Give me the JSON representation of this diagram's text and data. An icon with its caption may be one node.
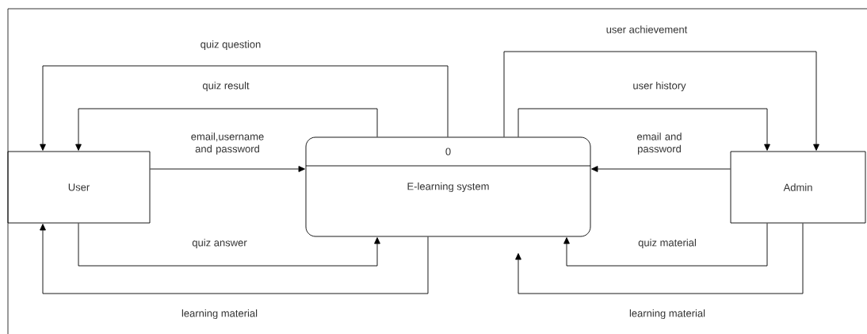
{
  "diagram": {
    "nodes": [
      {
        "text": [
          "User"
        ]
      },
      {
        "text": [
          "0",
          "E-learning system"
        ]
      },
      {
        "text": [
          "Admin"
        ]
      }
    ],
    "edges": [
      {
        "from": 1,
        "to": 0,
        "arrow": "to",
        "label": "quiz question"
      },
      {
        "from": 1,
        "to": 0,
        "arrow": "to",
        "label": "quiz result"
      },
      {
        "from": 0,
        "to": 1,
        "arrow": "to",
        "label": "email,username and password"
      },
      {
        "from": 0,
        "to": 1,
        "arrow": "to",
        "label": "quiz answer"
      },
      {
        "from": 1,
        "to": 0,
        "arrow": "to",
        "label": "learning material"
      },
      {
        "from": 1,
        "to": 2,
        "arrow": "to",
        "label": "user achievement"
      },
      {
        "from": 1,
        "to": 2,
        "arrow": "to",
        "label": "user history"
      },
      {
        "from": 2,
        "to": 1,
        "arrow": "to",
        "label": "email and password"
      },
      {
        "from": 2,
        "to": 1,
        "arrow": "to",
        "label": "quiz material"
      },
      {
        "from": 2,
        "to": 1,
        "arrow": "to",
        "label": "learning material"
      }
    ]
  }
}
